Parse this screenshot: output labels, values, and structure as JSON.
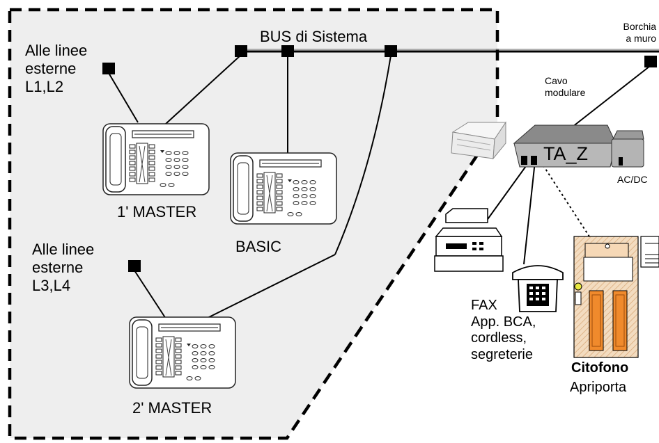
{
  "bus": {
    "label": "BUS di Sistema"
  },
  "wall_socket": {
    "label": "Borchia\na muro"
  },
  "cable": {
    "label": "Cavo\nmodulare"
  },
  "adapter": {
    "label": "TA_Z"
  },
  "power": {
    "label": "AC/DC"
  },
  "lines_1": {
    "label": "Alle linee\nesterne\nL1,L2"
  },
  "lines_2": {
    "label": "Alle linee\nesterne\nL3,L4"
  },
  "phones": {
    "master1": "1' MASTER",
    "basic": "BASIC",
    "master2": "2' MASTER"
  },
  "devices": {
    "fax_list": "FAX\nApp. BCA,\ncordless,\nsegreterie",
    "intercom_title": "Citofono",
    "intercom_sub": "Apriporta"
  }
}
